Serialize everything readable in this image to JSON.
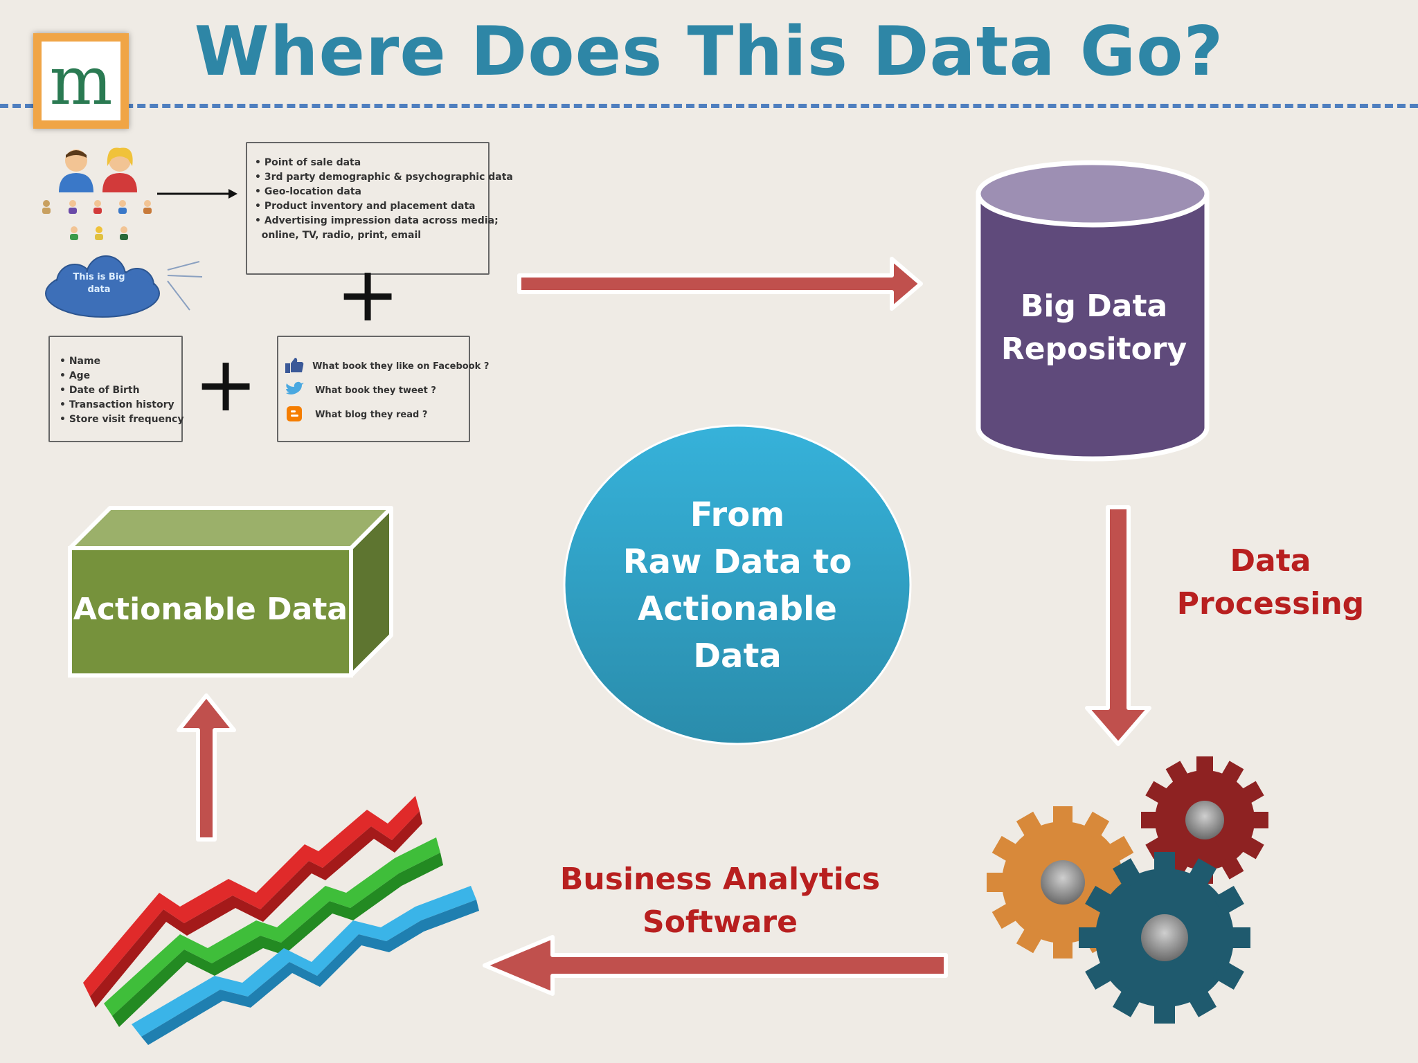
{
  "slide": {
    "title": "Where Does This Data Go?",
    "logo_letter": "m"
  },
  "sources": {
    "top_list": [
      "Point of sale data",
      "3rd party demographic & psychographic data",
      "Geo-location data",
      "Product inventory and placement data",
      "Advertising impression data across media;",
      "online, TV, radio, print, email"
    ],
    "cloud_text_line1": "This is Big",
    "cloud_text_line2": "data",
    "customer_list": [
      "Name",
      "Age",
      "Date of Birth",
      "Transaction history",
      "Store visit frequency"
    ],
    "social": [
      {
        "text": "What book they like on Facebook ?",
        "icon": "facebook-like-icon"
      },
      {
        "text": "What book they tweet ?",
        "icon": "twitter-bird-icon"
      },
      {
        "text": "What blog they read ?",
        "icon": "blogger-icon"
      }
    ],
    "plus_symbol": "+"
  },
  "repository": {
    "line1": "Big Data",
    "line2": "Repository"
  },
  "processing": {
    "line1": "Data",
    "line2": "Processing"
  },
  "analytics": {
    "line1": "Business Analytics",
    "line2": "Software"
  },
  "actionable": {
    "label": "Actionable Data"
  },
  "center": {
    "line1": "From",
    "line2": "Raw Data to",
    "line3": "Actionable",
    "line4": "Data"
  },
  "colors": {
    "title": "#2e86a6",
    "arrow_fill": "#c0504d",
    "label_red": "#b81f1f",
    "cylinder": "#5f4a7b",
    "box_green": "#76923c",
    "circle": "#2fa3c9"
  }
}
